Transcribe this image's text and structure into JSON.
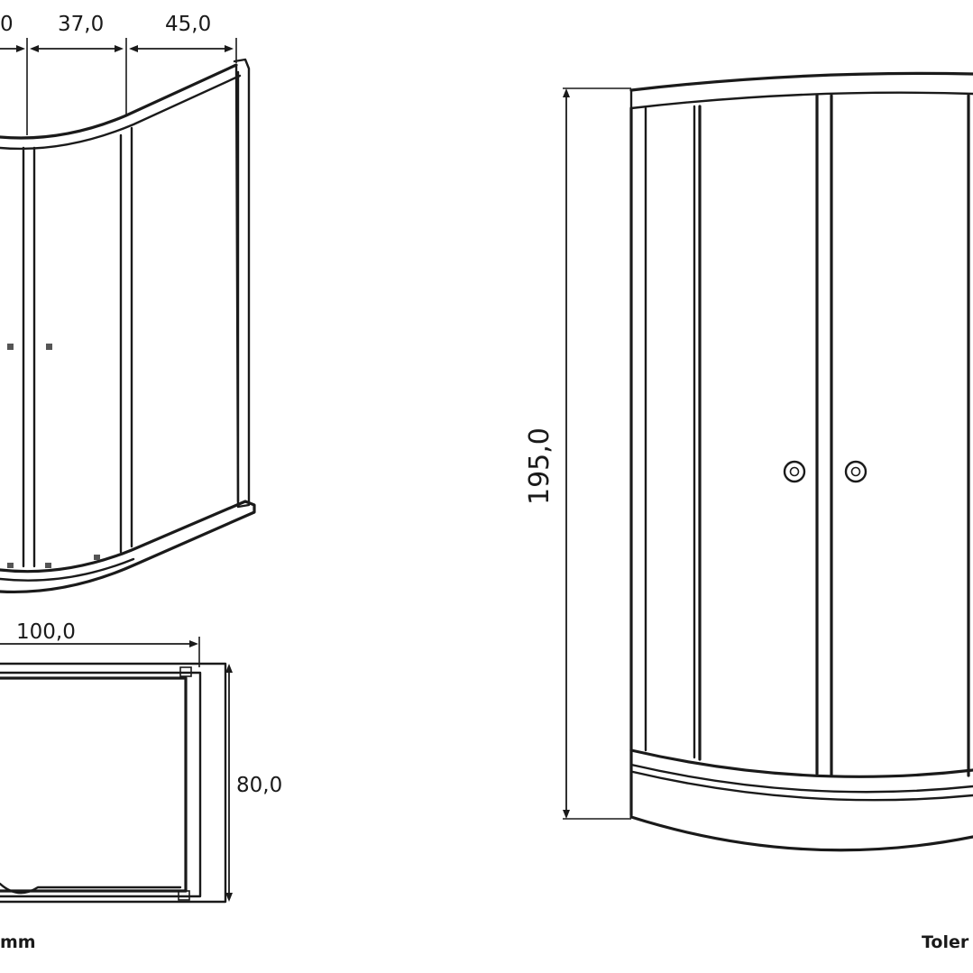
{
  "top_view_dimensions": {
    "left_cut": "0",
    "middle": "37,0",
    "right": "45,0"
  },
  "plan_view_dimensions": {
    "width": "100,0",
    "depth": "80,0"
  },
  "front_view_dimensions": {
    "height": "195,0"
  },
  "notes": {
    "units_fragment": "mm",
    "tolerance_fragment": "Toler"
  }
}
